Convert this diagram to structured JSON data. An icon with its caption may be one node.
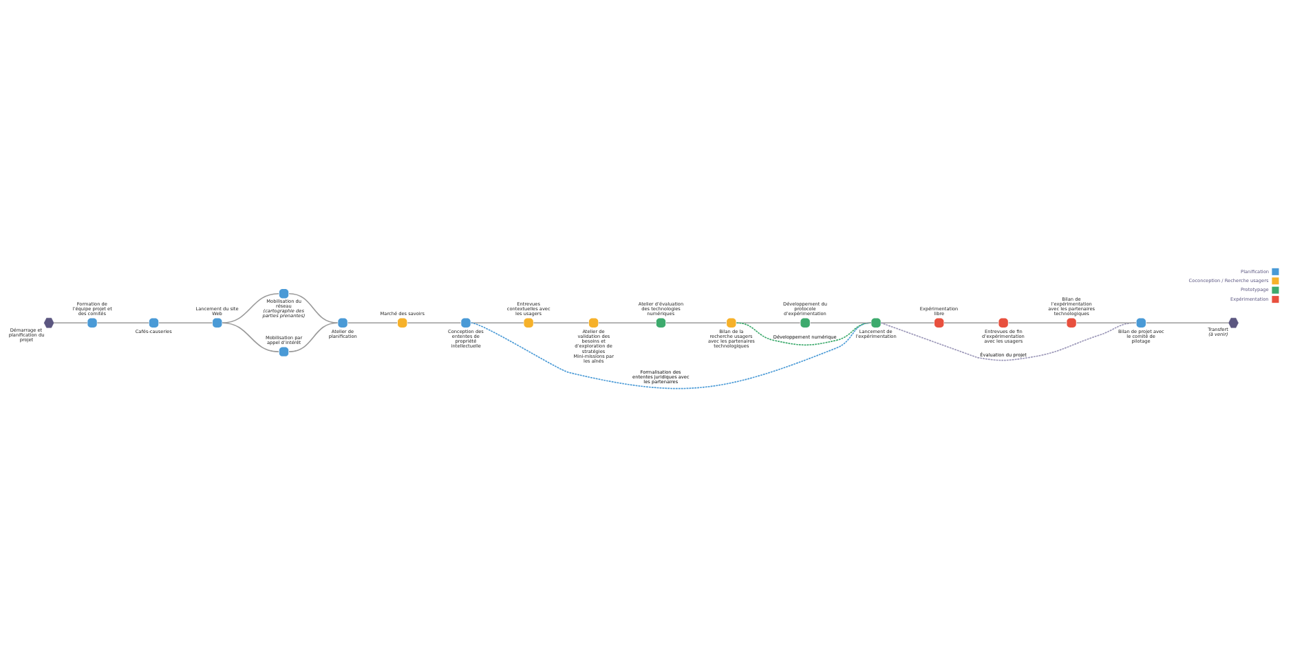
{
  "diagram": {
    "nodes": [
      {
        "text": [],
        "shape": "hexagon",
        "beside": [
          "Démarrage et planification du projet"
        ]
      },
      {
        "text": [],
        "shape": "circle",
        "beside": [
          "Formation de l’équipe projet et des comités"
        ]
      },
      {
        "text": [],
        "shape": "circle",
        "beside": [
          "Cafés-causeries"
        ]
      },
      {
        "text": [],
        "shape": "circle",
        "beside": [
          "Lancement du site Web"
        ]
      },
      {
        "text": [],
        "shape": "circle",
        "beside": [
          "Mobilisation du réseau",
          "(cartographie des parties prenantes)"
        ]
      },
      {
        "text": [],
        "shape": "circle",
        "beside": [
          "Mobilisation par appel d’intérêt"
        ]
      },
      {
        "text": [],
        "shape": "circle",
        "beside": [
          "Atelier de planification"
        ]
      },
      {
        "text": [],
        "shape": "circle",
        "beside": [
          "Marché des savoirs"
        ]
      },
      {
        "text": [],
        "shape": "circle",
        "beside": [
          "Conception des ententes de propriété intellectuelle"
        ]
      },
      {
        "text": [],
        "shape": "circle",
        "beside": [
          "Entrevues contextuelles avec les usagers"
        ]
      },
      {
        "text": [],
        "shape": "circle",
        "beside": [
          "Atelier de validation des besoins et d’exploration de stratégies",
          "Mini-missions par les aînés"
        ]
      },
      {
        "text": [],
        "shape": "circle",
        "beside": [
          "Atelier d’évaluation des technologies numériques"
        ]
      },
      {
        "text": [],
        "shape": "circle",
        "beside": [
          "Bilan de la recherche usagers avec les partenaires technologiques"
        ]
      },
      {
        "text": [],
        "shape": "circle",
        "beside": [
          "Développement du protocole d’expérimentation"
        ]
      },
      {
        "text": [],
        "shape": "circle",
        "beside": [
          "Lancement de l’expérimentation"
        ]
      },
      {
        "text": [],
        "shape": "circle",
        "beside": [
          "Expérimentation libre"
        ]
      },
      {
        "text": [],
        "shape": "circle",
        "beside": [
          "Entrevues de fin d’expérimentation avec les usagers"
        ]
      },
      {
        "text": [],
        "shape": "circle",
        "beside": [
          "Bilan de l’expérimentation avec les partenaires technologiques"
        ]
      },
      {
        "text": [],
        "shape": "circle",
        "beside": [
          "Bilan de projet avec le comité de pilotage"
        ]
      },
      {
        "text": [],
        "shape": "hexagon",
        "beside": [
          "Transfert",
          "(à venir)"
        ]
      }
    ],
    "edges": [
      {
        "from": 0,
        "to": 1,
        "arrow": "none"
      },
      {
        "from": 1,
        "to": 2,
        "arrow": "none"
      },
      {
        "from": 2,
        "to": 3,
        "arrow": "none"
      },
      {
        "from": 3,
        "to": 4,
        "arrow": "none"
      },
      {
        "from": 3,
        "to": 5,
        "arrow": "none"
      },
      {
        "from": 4,
        "to": 6,
        "arrow": "none"
      },
      {
        "from": 5,
        "to": 6,
        "arrow": "none"
      },
      {
        "from": 6,
        "to": 7,
        "arrow": "none"
      },
      {
        "from": 7,
        "to": 8,
        "arrow": "none"
      },
      {
        "from": 8,
        "to": 9,
        "arrow": "none"
      },
      {
        "from": 9,
        "to": 10,
        "arrow": "none"
      },
      {
        "from": 10,
        "to": 11,
        "arrow": "none"
      },
      {
        "from": 11,
        "to": 12,
        "arrow": "none"
      },
      {
        "from": 12,
        "to": 13,
        "arrow": "none"
      },
      {
        "from": 13,
        "to": 14,
        "arrow": "none"
      },
      {
        "from": 14,
        "to": 15,
        "arrow": "none"
      },
      {
        "from": 15,
        "to": 16,
        "arrow": "none"
      },
      {
        "from": 16,
        "to": 17,
        "arrow": "none"
      },
      {
        "from": 17,
        "to": 18,
        "arrow": "none"
      },
      {
        "from": 18,
        "to": 19,
        "arrow": "none"
      },
      {
        "from": 8,
        "to": 14,
        "arrow": "none",
        "style": "dashed",
        "color": "#4a9ad6",
        "label": "Formalisation des ententes juridiques avec les partenaires"
      },
      {
        "from": 12,
        "to": 14,
        "arrow": "none",
        "style": "dashed",
        "color": "#3daa6d",
        "label": "Développement numérique"
      },
      {
        "from": 14,
        "to": 18,
        "arrow": "none",
        "style": "dashed",
        "color": "#9b97b8",
        "label": "Évaluation du projet"
      }
    ],
    "legend": [
      {
        "text": "Planification",
        "color": "#4a9ad6"
      },
      {
        "text": "Coconception / Recherche usagers",
        "color": "#f6b12a"
      },
      {
        "text": "Prototypage",
        "color": "#3daa6d"
      },
      {
        "text": "Expérimentation",
        "color": "#e8503e"
      }
    ]
  }
}
